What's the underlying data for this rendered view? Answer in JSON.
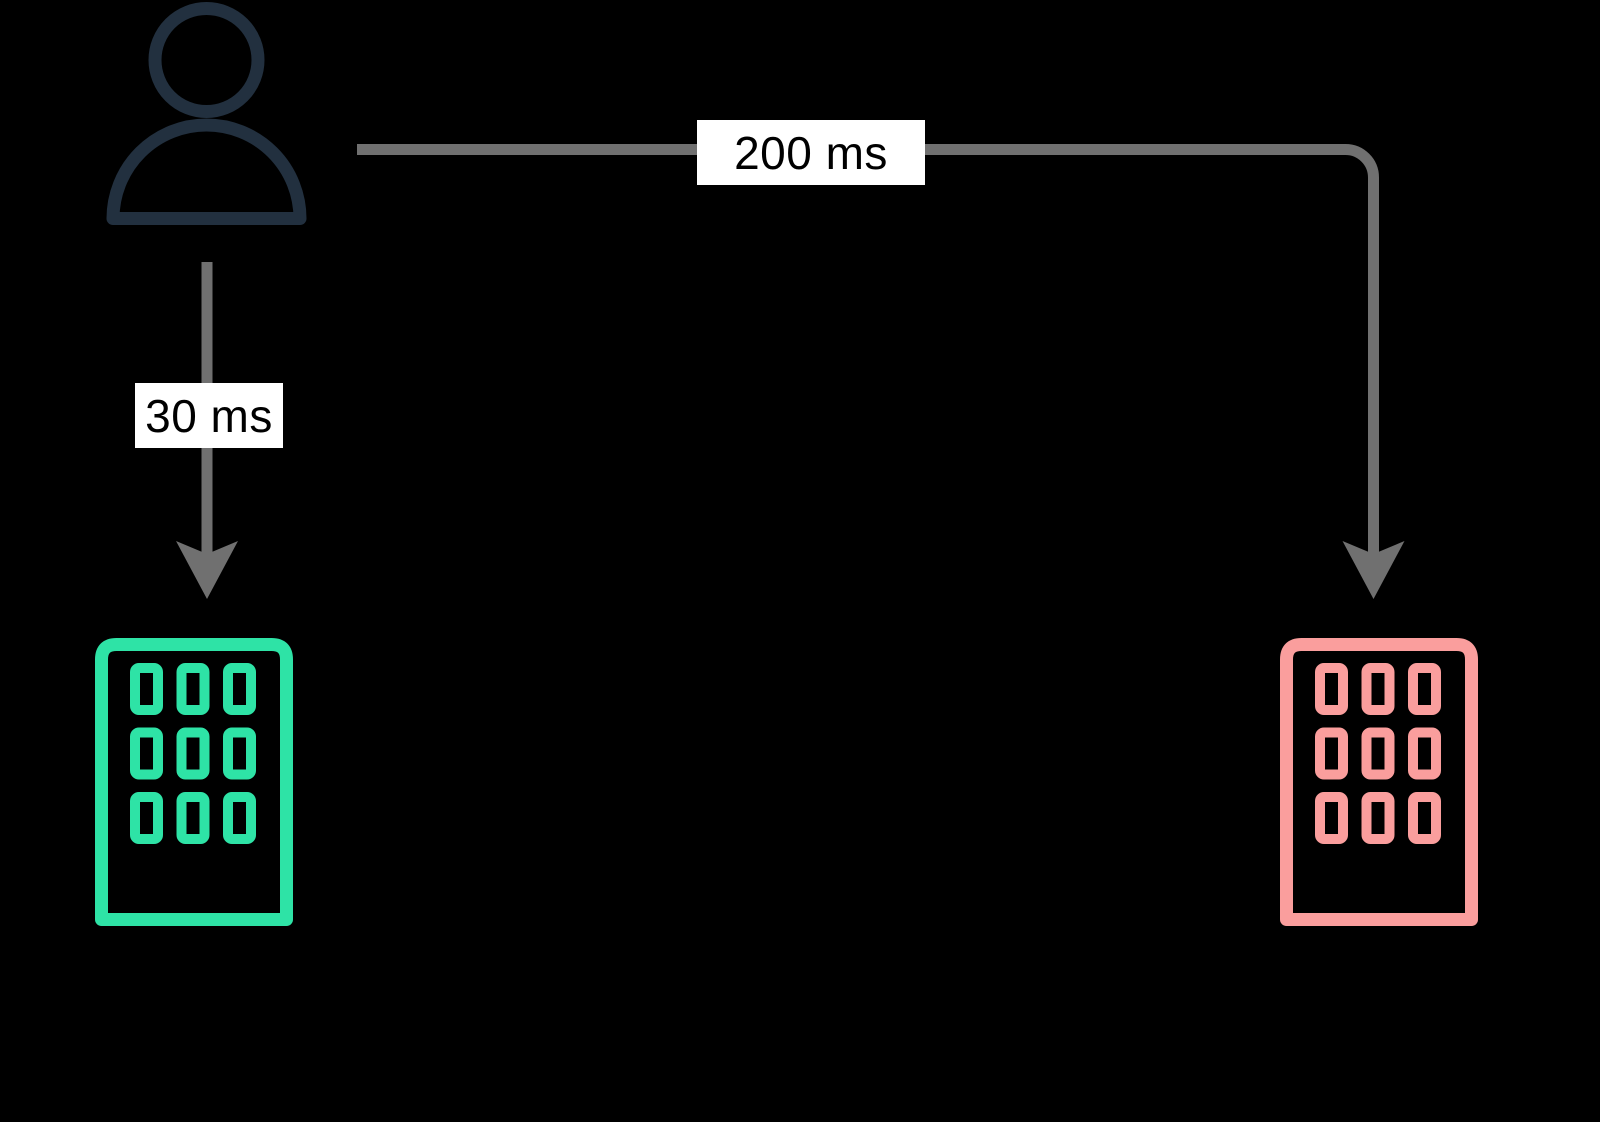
{
  "diagram": {
    "background_color": "#000000",
    "user": {
      "icon": "person-icon",
      "color": "#22303F"
    },
    "edges": [
      {
        "id": "user-to-near-datacenter",
        "label": "30 ms",
        "line_color": "#707070",
        "arrowhead": "down"
      },
      {
        "id": "user-to-far-datacenter",
        "label": "200 ms",
        "line_color": "#707070",
        "arrowhead": "down"
      }
    ],
    "nodes": [
      {
        "id": "near-datacenter",
        "icon": "building-icon",
        "color": "#2EE3A6"
      },
      {
        "id": "far-datacenter",
        "icon": "building-icon",
        "color": "#FA9E9D"
      }
    ],
    "labels": {
      "background": "#FFFFFF",
      "text_color": "#000000"
    }
  }
}
